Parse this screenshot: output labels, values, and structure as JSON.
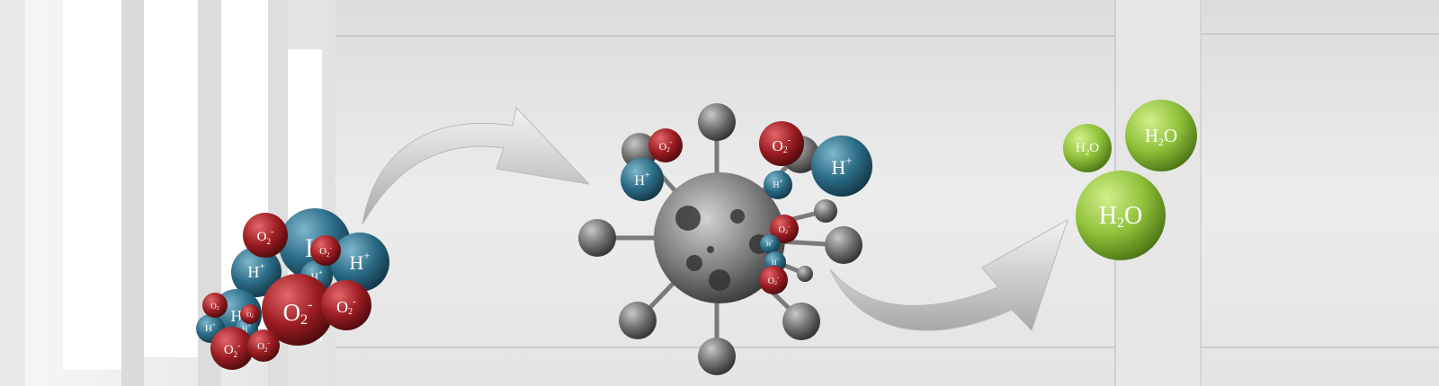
{
  "colors": {
    "oxygen_radical": "#9c1d22",
    "proton": "#2b6c86",
    "water": "#8fc13a",
    "catalyst_core": "#6e6e6e",
    "arrow": "#d6d6d6",
    "background": "#ececec"
  },
  "labels": {
    "o_radical": "O",
    "o_sub": "2",
    "o_sup": "-",
    "h_ion": "H",
    "h_sup": "+",
    "water_h": "H",
    "water_sub": "2",
    "water_o": "O"
  },
  "icons": {
    "left_arrow": "curved-arrow-icon",
    "right_arrow": "curved-arrow-icon",
    "catalyst": "catalyst-sphere-icon"
  }
}
